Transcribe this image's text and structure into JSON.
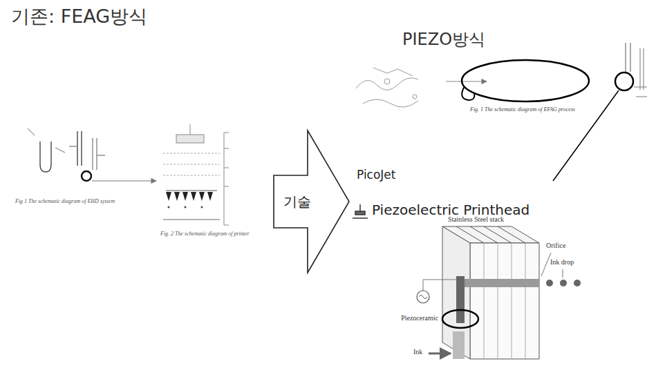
{
  "diagram": {
    "nodes": [
      {
        "text": [
          "기술"
        ]
      }
    ],
    "labels": [
      "기존: FEAG방식",
      "PIEZO방식",
      "PicoJet",
      "Piezoelectric Printhead",
      "Stainless Steel stack",
      "Orifice",
      "Ink drop",
      "Piezoceramic",
      "Ink",
      "Fig 1 The schematic diagram of EHD system",
      "Fig. 2 The schematic diagram of printer",
      "Fig. 1 The schematic diagram of EFAG process"
    ]
  }
}
